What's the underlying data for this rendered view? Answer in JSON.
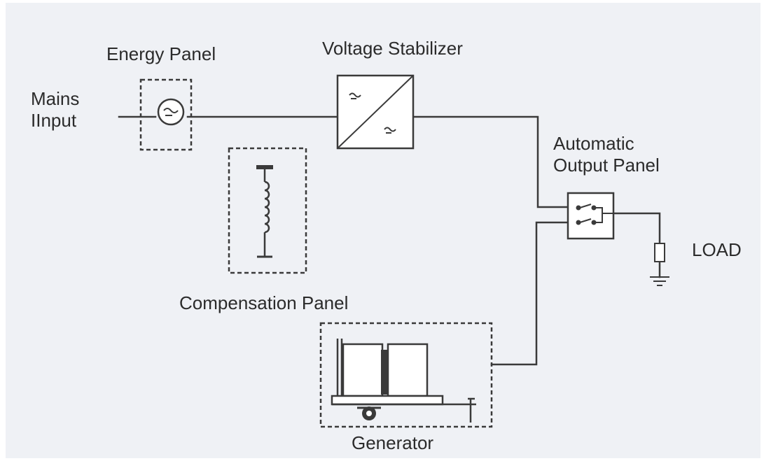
{
  "diagram": {
    "mains_input": {
      "line1": "Mains",
      "line2": "IInput"
    },
    "energy_panel": {
      "label": "Energy Panel"
    },
    "voltage_stabilizer": {
      "label": "Voltage Stabilizer"
    },
    "automatic_output_panel": {
      "line1": "Automatic",
      "line2": "Output Panel"
    },
    "load": {
      "label": "LOAD"
    },
    "compensation_panel": {
      "label": "Compensation Panel"
    },
    "generator": {
      "label": "Generator"
    },
    "colors": {
      "background_panel": "#eff1f5",
      "line": "#3a3a3a",
      "text": "#2b2b2b",
      "box_fill": "#ffffff"
    }
  }
}
